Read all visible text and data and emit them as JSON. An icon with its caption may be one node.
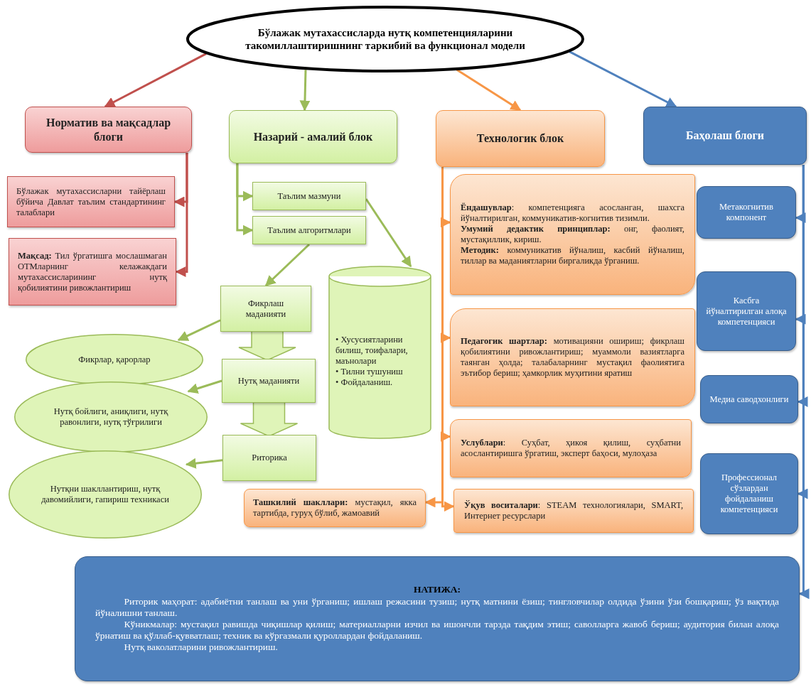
{
  "diagram": {
    "nodes": [
      {
        "text": [
          "Бўлажак мутахассисларда нутқ компетенцияларини такомиллаштиришнинг таркибий ва функционал модели"
        ]
      },
      {
        "text": [
          "Норматив ва мақсадлар блоги"
        ]
      },
      {
        "text": [
          "Бўлажак мутахассисларни тайёрлаш бўйича Давлат таълим стандартининг талаблари"
        ]
      },
      {
        "text": [
          "**Мақсад:** Тил ўргатишга мослашмаган ОТМларнинг келажакдаги мутахассисларининг нутқ қобилиятини ривожлантириш"
        ]
      },
      {
        "text": [
          "Назарий - амалий блок"
        ]
      },
      {
        "text": [
          "Таълим мазмуни"
        ]
      },
      {
        "text": [
          "Таълим алгоритмлари"
        ]
      },
      {
        "text": [
          "Фикрлаш маданияти"
        ]
      },
      {
        "text": [
          "• Хусусиятларини билиш, тоифалари, маънолари",
          "• Тилни тушуниш",
          "• Фойдаланиш."
        ]
      },
      {
        "text": [
          "Фикрлар, қарорлар"
        ]
      },
      {
        "text": [
          "Нутқ маданияти"
        ]
      },
      {
        "text": [
          "Нутқ бойлиги, аниқлиги, нутқ равонлиги, нутқ тўғрилиги"
        ]
      },
      {
        "text": [
          "Риторика"
        ]
      },
      {
        "text": [
          "Нутқни шакллантириш, нутқ давомийлиги, гапириш техникаси"
        ]
      },
      {
        "text": [
          "Технологик блок"
        ]
      },
      {
        "text": [
          "**Ёндашувлар**: компетенцияга асосланган, шахсга йўналтирилган, коммуникатив-когнитив тизимли.",
          "**Умумий дедактик принциплар:** онг, фаолият, мустақиллик, кириш.",
          "**Методик:** коммуникатив йўналиш, касбий йўналиш, тиллар ва маданиятларни биргаликда ўрганиш."
        ]
      },
      {
        "text": [
          "**Педагогик шартлар:** мотивацияни ошириш; фикрлаш қобилиятини ривожлантириш; муаммоли вазиятларга таянган ҳолда; талабаларнинг мустақил фаолиятига эътибор бериш; ҳамкорлик муҳитини яратиш"
        ]
      },
      {
        "text": [
          "**Услублари**: Суҳбат, ҳикоя қилиш, суҳбатни асослантиришга ўргатиш, эксперт баҳоси, мулоҳаза"
        ]
      },
      {
        "text": [
          "**Ташкилий шакллари:** мустақил, якка тартибда, гуруҳ бўлиб, жамоавий"
        ]
      },
      {
        "text": [
          "**Ўқув воситалари**: STEAM технологиялари, SMART, Интернет ресурслари"
        ]
      },
      {
        "text": [
          "Баҳолаш блоги"
        ]
      },
      {
        "text": [
          "Метакогнитив компонент"
        ]
      },
      {
        "text": [
          "Касбга йўналтирилган алоқа компетенцияси"
        ]
      },
      {
        "text": [
          "Медиа саводхонлиги"
        ]
      },
      {
        "text": [
          "Профессионал сўзлардан фойдаланиш компетенцияси"
        ]
      },
      {
        "text": [
          "НАТИЖА:",
          "Риторик маҳорат: адабиётни танлаш ва уни ўрганиш; ишлаш режасини тузиш; нутқ матнини ёзиш; тингловчилар олдида ўзини ўзи бошқариш; ўз вақтида йўналишни танлаш.",
          "Кўникмалар: мустақил равишда чиқишлар қилиш; материалларни изчил ва ишончли тарзда тақдим этиш; саволларга жавоб бериш; аудитория билан алоқа ўрнатиш ва қўллаб-қувватлаш; техник ва кўргазмали қуроллардан фойдаланиш.",
          "Нутқ ваколатларини ривожлантириш."
        ]
      }
    ],
    "edges": [
      {
        "from": 0,
        "to": 1,
        "arrow": "to",
        "color": "#c0504d"
      },
      {
        "from": 0,
        "to": 4,
        "arrow": "to"
      },
      {
        "from": 0,
        "to": 14,
        "arrow": "to",
        "color": "#f79646"
      },
      {
        "from": 0,
        "to": 20,
        "arrow": "to",
        "color": "#4f81bd"
      },
      {
        "from": 1,
        "to": 2,
        "arrow": "to",
        "color": "#c0504d"
      },
      {
        "from": 1,
        "to": 3,
        "arrow": "to",
        "color": "#c0504d"
      },
      {
        "from": 4,
        "to": 5,
        "arrow": "to"
      },
      {
        "from": 4,
        "to": 6,
        "arrow": "to"
      },
      {
        "from": 5,
        "to": 8,
        "arrow": "to"
      },
      {
        "from": 6,
        "to": 7,
        "arrow": "to"
      },
      {
        "from": 7,
        "to": 9,
        "arrow": "to"
      },
      {
        "from": 7,
        "to": 10,
        "arrow": "to",
        "style": "thick"
      },
      {
        "from": 10,
        "to": 11,
        "arrow": "to"
      },
      {
        "from": 10,
        "to": 12,
        "arrow": "to",
        "style": "thick"
      },
      {
        "from": 12,
        "to": 13,
        "arrow": "to"
      },
      {
        "from": 14,
        "to": 15,
        "arrow": "to",
        "color": "#f79646"
      },
      {
        "from": 14,
        "to": 16,
        "arrow": "to",
        "color": "#f79646"
      },
      {
        "from": 14,
        "to": 17,
        "arrow": "to",
        "color": "#f79646"
      },
      {
        "from": 14,
        "to": 18,
        "arrow": "to",
        "color": "#f79646"
      },
      {
        "from": 14,
        "to": 19,
        "arrow": "to",
        "color": "#f79646"
      },
      {
        "from": 20,
        "to": 21,
        "arrow": "to",
        "color": "#4f81bd"
      },
      {
        "from": 20,
        "to": 22,
        "arrow": "to",
        "color": "#4f81bd"
      },
      {
        "from": 20,
        "to": 23,
        "arrow": "to",
        "color": "#4f81bd"
      },
      {
        "from": 20,
        "to": 24,
        "arrow": "to",
        "color": "#4f81bd"
      },
      {
        "from": 20,
        "to": 25,
        "arrow": "to",
        "color": "#4f81bd"
      }
    ]
  }
}
